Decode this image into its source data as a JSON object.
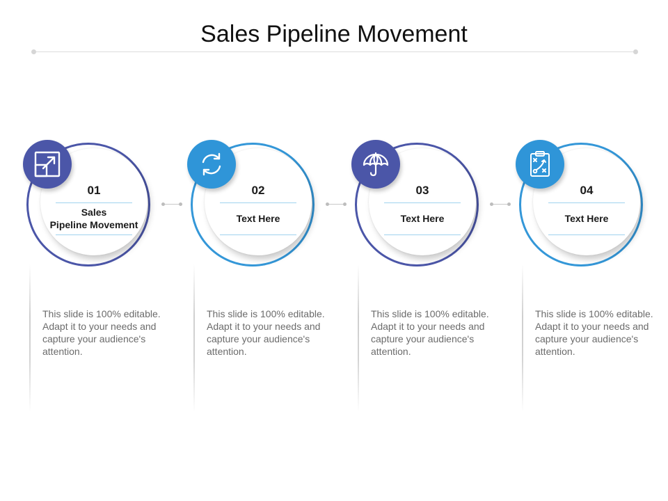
{
  "slide": {
    "title": "Sales Pipeline Movement"
  },
  "steps": [
    {
      "number": "01",
      "label": "Sales\nPipeline Movement",
      "description": "This slide is 100% editable. Adapt it to your needs and capture your audience's attention.",
      "icon": "expand-square-icon",
      "ring_color": "#4b56a8",
      "badge_color": "#4b56a8"
    },
    {
      "number": "02",
      "label": "Text Here",
      "description": "This slide is 100% editable. Adapt it to your needs and capture your audience's attention.",
      "icon": "refresh-icon",
      "ring_color": "#3497d8",
      "badge_color": "#2f95d8"
    },
    {
      "number": "03",
      "label": "Text Here",
      "description": "This slide is 100% editable. Adapt it to your needs and capture your audience's attention.",
      "icon": "umbrella-icon",
      "ring_color": "#4b56a8",
      "badge_color": "#4b56a8"
    },
    {
      "number": "04",
      "label": "Text Here",
      "description": "This slide is 100% editable. Adapt it to your needs and capture your audience's attention.",
      "icon": "strategy-clipboard-icon",
      "ring_color": "#3497d8",
      "badge_color": "#2f95d8"
    }
  ]
}
